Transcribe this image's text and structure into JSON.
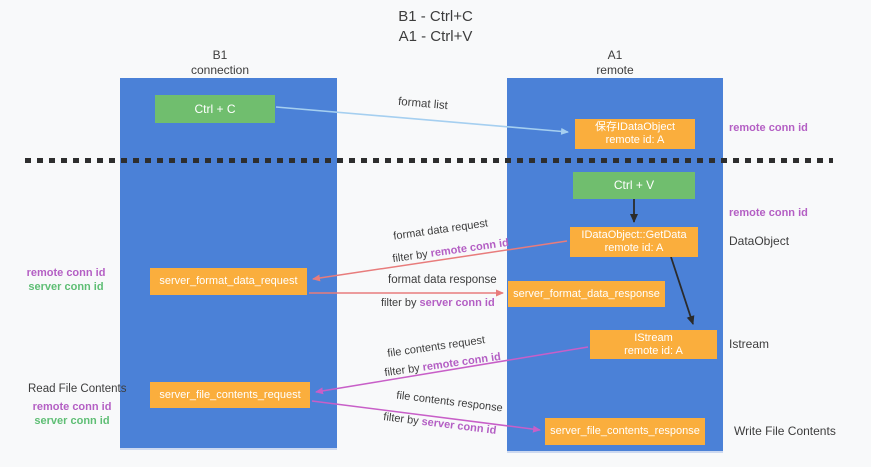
{
  "title": {
    "line1": "B1 - Ctrl+C",
    "line2": "A1 - Ctrl+V"
  },
  "lanes": {
    "left": {
      "name": "B1",
      "subtitle": "connection"
    },
    "right": {
      "name": "A1",
      "subtitle": "remote"
    }
  },
  "nodes": {
    "ctrl_c": {
      "label": "Ctrl + C"
    },
    "save_idataobject": {
      "line1": "保存IDataObject",
      "line2": "remote id: A"
    },
    "ctrl_v": {
      "label": "Ctrl + V"
    },
    "idataobject_getdata": {
      "line1": "IDataObject::GetData",
      "line2": "remote id: A"
    },
    "server_format_data_request": {
      "label": "server_format_data_request"
    },
    "server_format_data_response": {
      "label": "server_format_data_response"
    },
    "istream": {
      "line1": "IStream",
      "line2": "remote id: A"
    },
    "server_file_contents_request": {
      "label": "server_file_contents_request"
    },
    "server_file_contents_response": {
      "label": "server_file_contents_response"
    }
  },
  "edge_labels": {
    "format_list": "format list",
    "format_data_request": "format data request",
    "format_data_response": "format data response",
    "file_contents_request": "file contents request",
    "file_contents_response": "file contents response",
    "filter_by": "filter by",
    "remote_conn_id": "remote conn id",
    "server_conn_id": "server conn id"
  },
  "annotations": {
    "right_top_remote_conn_id": "remote conn id",
    "right_mid_remote_conn_id": "remote conn id",
    "data_object": "DataObject",
    "istream": "Istream",
    "write_file_contents": "Write File Contents",
    "read_file_contents": "Read File Contents",
    "left_top": {
      "remote_conn_id": "remote conn id",
      "server_conn_id": "server conn id"
    },
    "left_bottom": {
      "remote_conn_id": "remote conn id",
      "server_conn_id": "server conn id"
    }
  },
  "colors": {
    "lane_blue": "#4B81D7",
    "node_orange": "#FAAE3D",
    "node_green": "#70BE6E",
    "arrow_blue": "#A5CFF0",
    "arrow_salmon": "#E87C7C",
    "arrow_magenta": "#C85FC8",
    "arrow_black": "#2B2B2B",
    "text_purple": "#B45FC4",
    "text_green": "#5EBE74",
    "text_dark": "#3D3D3D",
    "background": "#F8F9FA"
  }
}
